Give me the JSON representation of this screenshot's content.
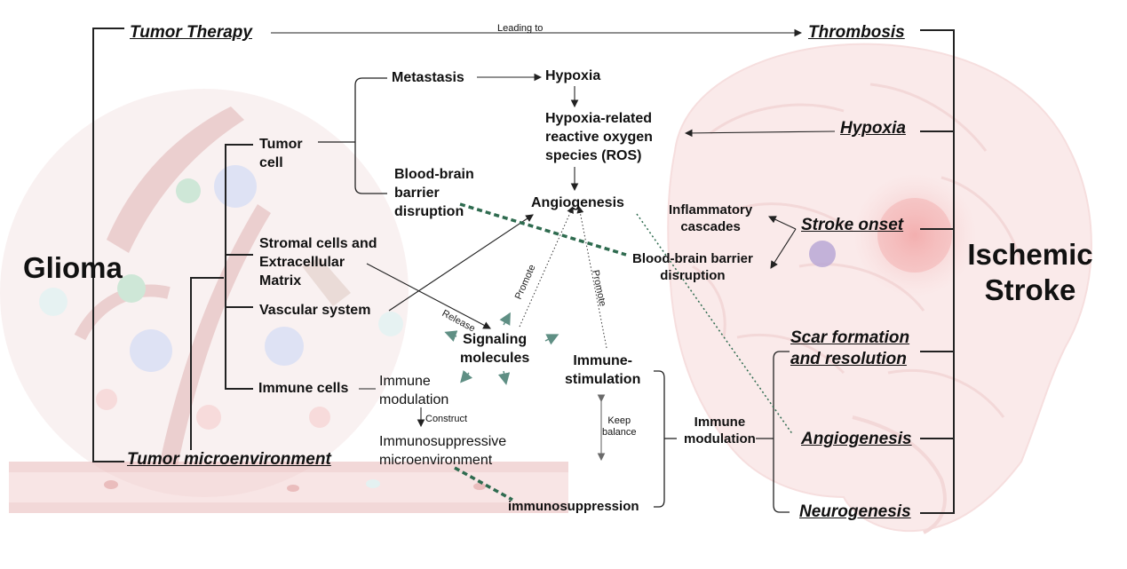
{
  "left_root": "Glioma",
  "right_root": "Ischemic\nStroke",
  "glioma_branches": {
    "tumor_therapy": "Tumor Therapy",
    "tumor_microenvironment": "Tumor microenvironment"
  },
  "stroke_branches": {
    "thrombosis": "Thrombosis",
    "hypoxia": "Hypoxia",
    "stroke_onset": "Stroke onset",
    "scar_formation": "Scar formation\nand resolution",
    "angiogenesis": "Angiogenesis",
    "neurogenesis": "Neurogenesis"
  },
  "tme_components": {
    "tumor_cell": "Tumor\ncell",
    "stromal": "Stromal cells and\nExtracellular\nMatrix",
    "vascular": "Vascular system",
    "immune_cells": "Immune cells"
  },
  "center_nodes": {
    "metastasis": "Metastasis",
    "hypoxia": "Hypoxia",
    "hypoxia_ros": "Hypoxia-related\nreactive oxygen\nspecies (ROS)",
    "bbb_disruption_left": "Blood-brain\nbarrier\ndisruption",
    "angiogenesis": "Angiogenesis",
    "signaling_molecules": "Signaling\nmolecules",
    "immune_stimulation": "Immune-\nstimulation",
    "immune_modulation_left": "Immune\nmodulation",
    "immunosuppressive_me": "Immunosuppressive\nmicroenvironment",
    "immunosuppression": "immunosuppression",
    "inflammatory_cascades": "Inflammatory\ncascades",
    "bbb_disruption_right": "Blood-brain barrier\ndisruption",
    "immune_modulation_right": "Immune\nmodulation"
  },
  "edge_labels": {
    "leading_to": "Leading to",
    "release": "Release",
    "promote_1": "Promote",
    "promote_2": "Promote",
    "construct": "Construct",
    "keep_balance": "Keep\nbalance"
  },
  "colors": {
    "dashed_link": "#2e6b4f",
    "signal_arrow": "#5f8f84",
    "brain_fill": "#f6d3d3",
    "vessel_fill": "#d9a0a0"
  }
}
